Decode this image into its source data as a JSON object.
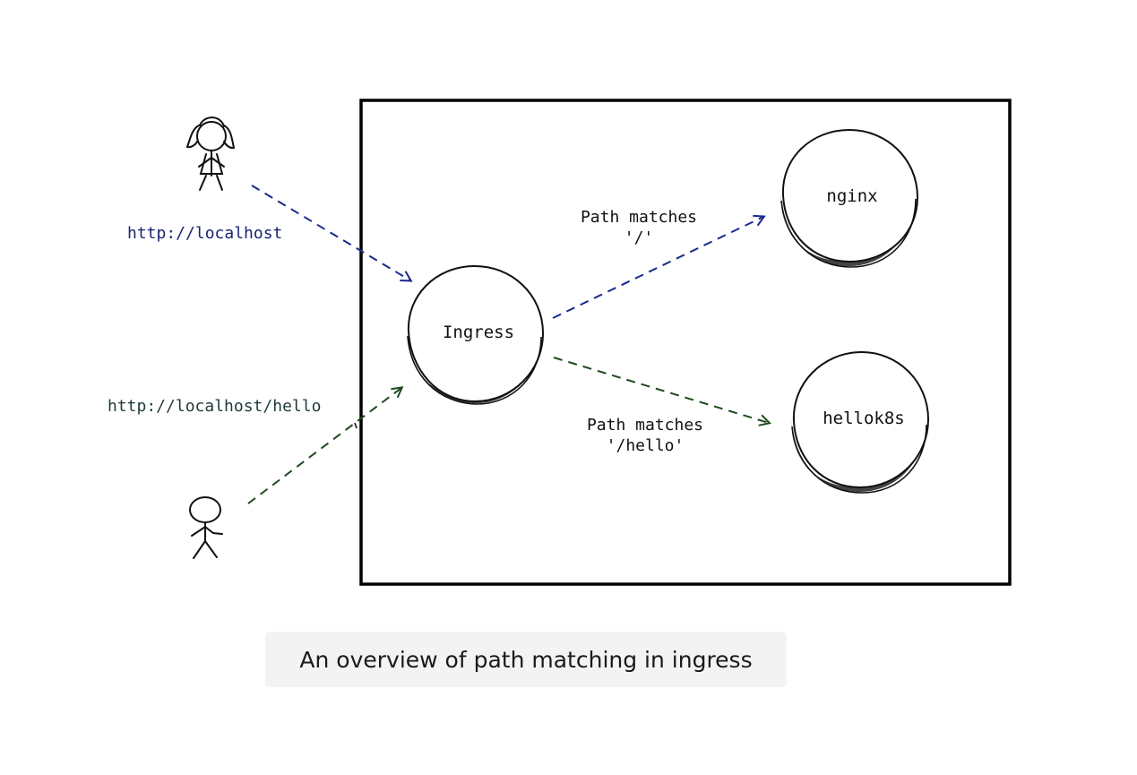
{
  "nodes": {
    "ingress": "Ingress",
    "nginx": "nginx",
    "hellok8s": "hellok8s"
  },
  "urls": {
    "user_one": "http://localhost",
    "user_two": "http://localhost/hello"
  },
  "routes": {
    "nginx_line1": "Path matches",
    "nginx_line2": "'/'",
    "hello_line1": "Path matches",
    "hello_line2": "'/hello'"
  },
  "caption": "An overview of path matching in ingress",
  "colors": {
    "blue_arrow": "#1a2a8c",
    "green_arrow": "#1f4a1f",
    "blue_text": "#1a2470",
    "green_text": "#1e3a3a",
    "box_border": "#000000"
  }
}
